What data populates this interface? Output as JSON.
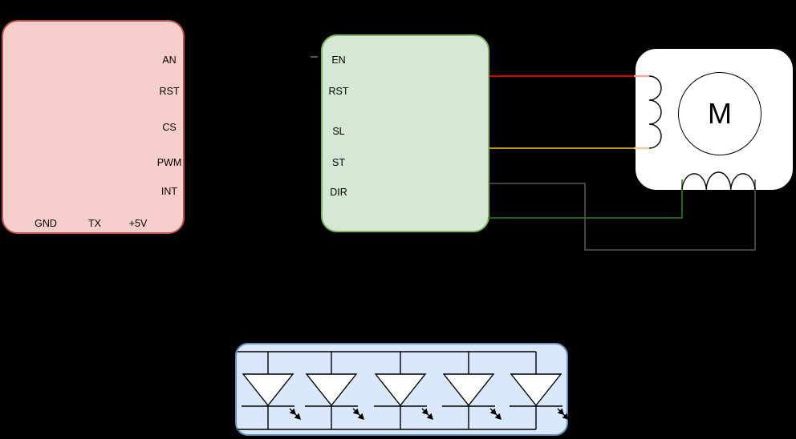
{
  "canvas": {
    "background": "#000000"
  },
  "interface_board": {
    "fill": "#f8cecc",
    "stroke": "#b85450",
    "right_pins": [
      "AN",
      "RST",
      "CS",
      "PWM",
      "INT"
    ],
    "bottom_pins": [
      "GND",
      "TX",
      "+5V"
    ]
  },
  "driver_board": {
    "fill": "#d5e8d4",
    "stroke": "#82b366",
    "left_pins": [
      "EN",
      "RST",
      "SL",
      "ST",
      "DIR"
    ]
  },
  "motor": {
    "label": "M",
    "fill": "#ffffff",
    "stroke": "#000000"
  },
  "led_strip": {
    "fill": "#dae8fc",
    "stroke": "#6c8ebf",
    "led_count": 5
  },
  "wires": {
    "red": "#d40000",
    "red_pale": "#eaa8a8",
    "yellow": "#bf9b00",
    "yellow_pale": "#e4cf9d",
    "green": "#2f7d1f",
    "gray": "#555555",
    "symbol_stroke": "#000000"
  }
}
